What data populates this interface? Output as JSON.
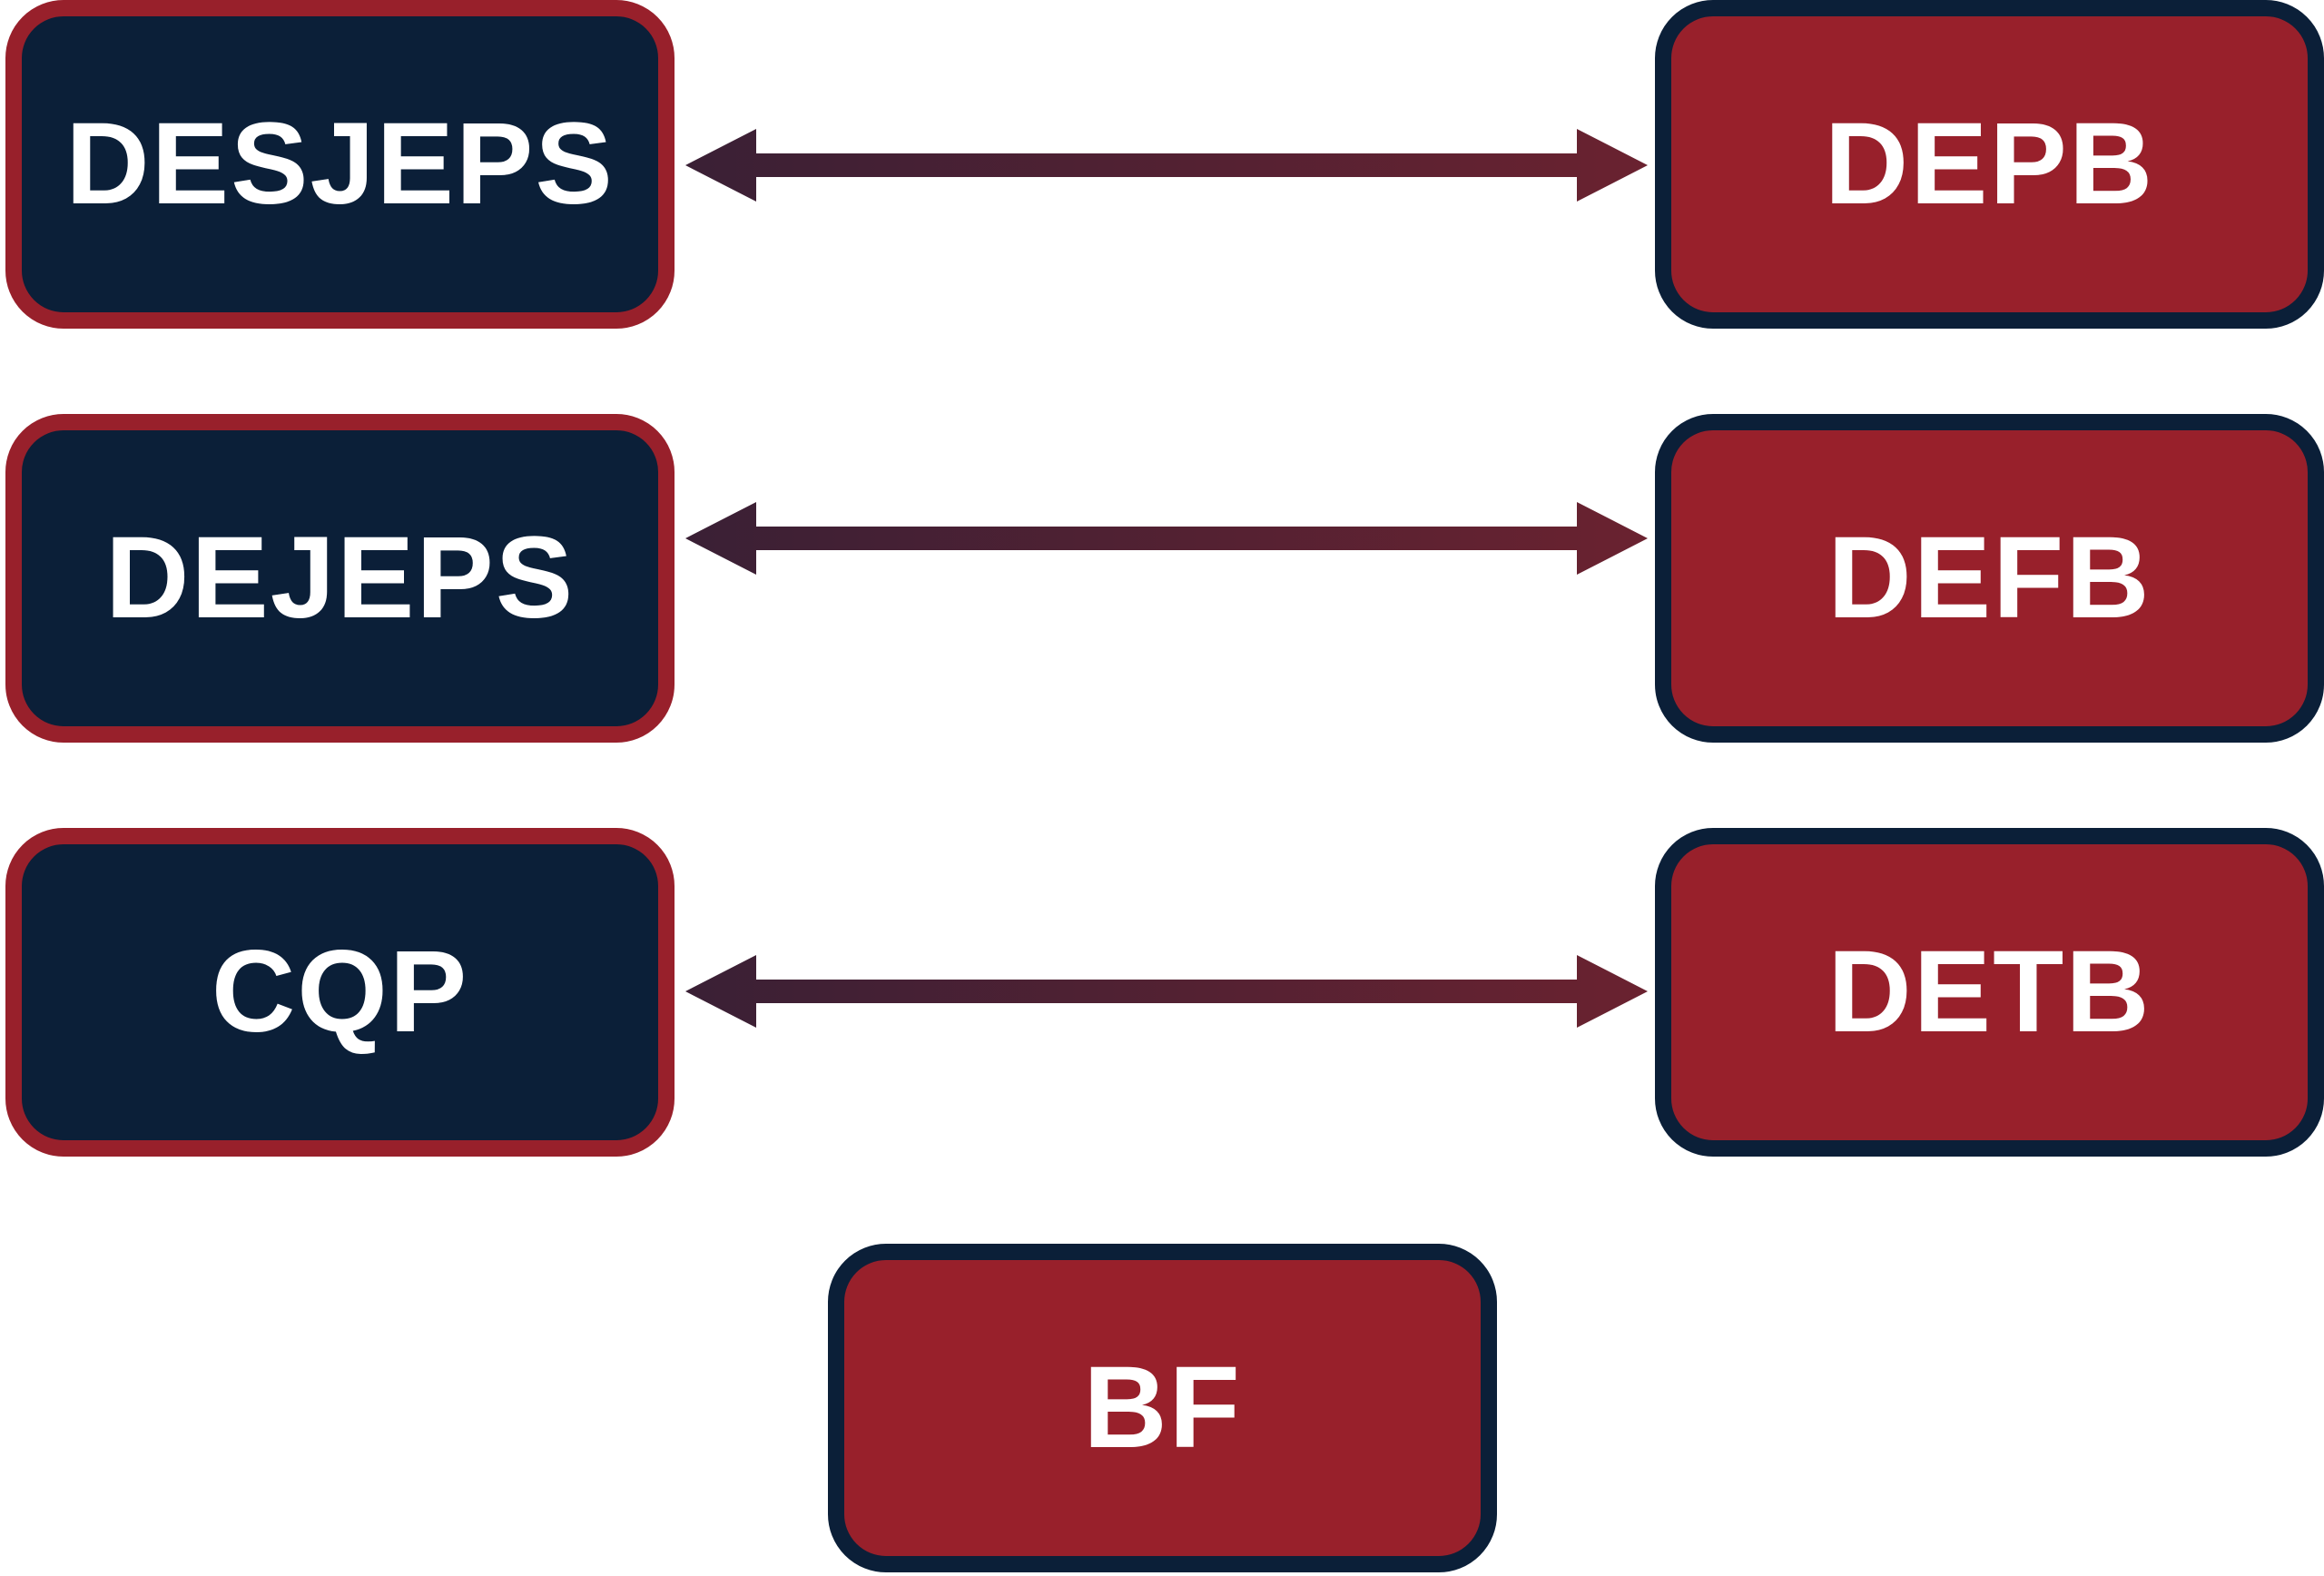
{
  "colors": {
    "navy": "#0b1f38",
    "crimson": "#98202b",
    "arrow_left": "#3a2035",
    "arrow_right": "#6a2230"
  },
  "rows": [
    {
      "left": "DESJEPS",
      "right": "DEPB"
    },
    {
      "left": "DEJEPS",
      "right": "DEFB"
    },
    {
      "left": "CQP",
      "right": "DETB"
    }
  ],
  "bottom": {
    "label": "BF"
  }
}
